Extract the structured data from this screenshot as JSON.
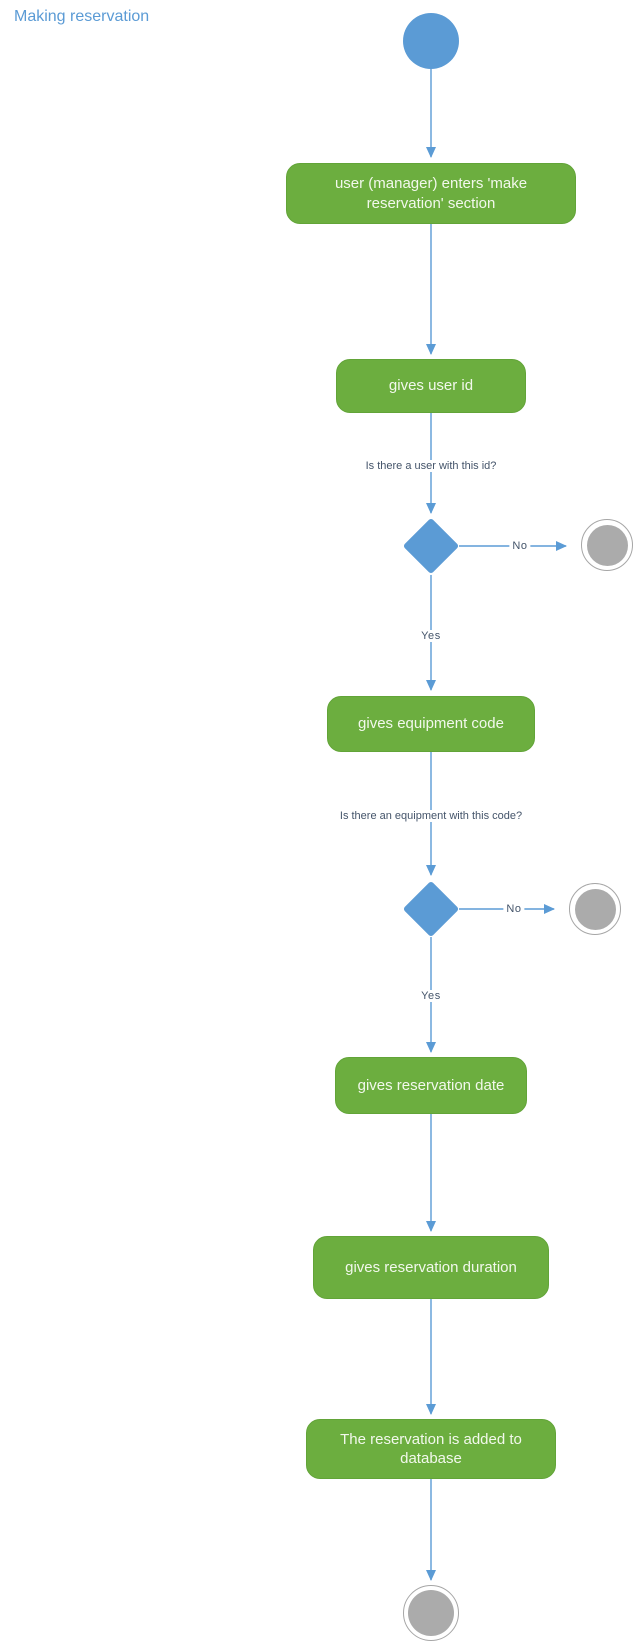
{
  "title": "Making reservation",
  "colors": {
    "accent_blue": "#5B9BD5",
    "green_fill": "#6CAE3F",
    "green_border": "#62A438",
    "gray_node": "#ABABAB",
    "gray_ring": "#A6A6A6",
    "label_text": "#44546A",
    "box_text": "#F2F8EC",
    "title_text": "#5B9BD5"
  },
  "steps": [
    {
      "label": "user (manager) enters 'make reservation' section"
    },
    {
      "label": "gives user id"
    },
    {
      "label": "gives equipment code"
    },
    {
      "label": "gives reservation date"
    },
    {
      "label": "gives reservation duration"
    },
    {
      "label": "The reservation is added to database"
    }
  ],
  "decisions": [
    {
      "question": "Is there a user with this id?",
      "yes": "Yes",
      "no": "No"
    },
    {
      "question": "Is there an equipment with this code?",
      "yes": "Yes",
      "no": "No"
    }
  ]
}
